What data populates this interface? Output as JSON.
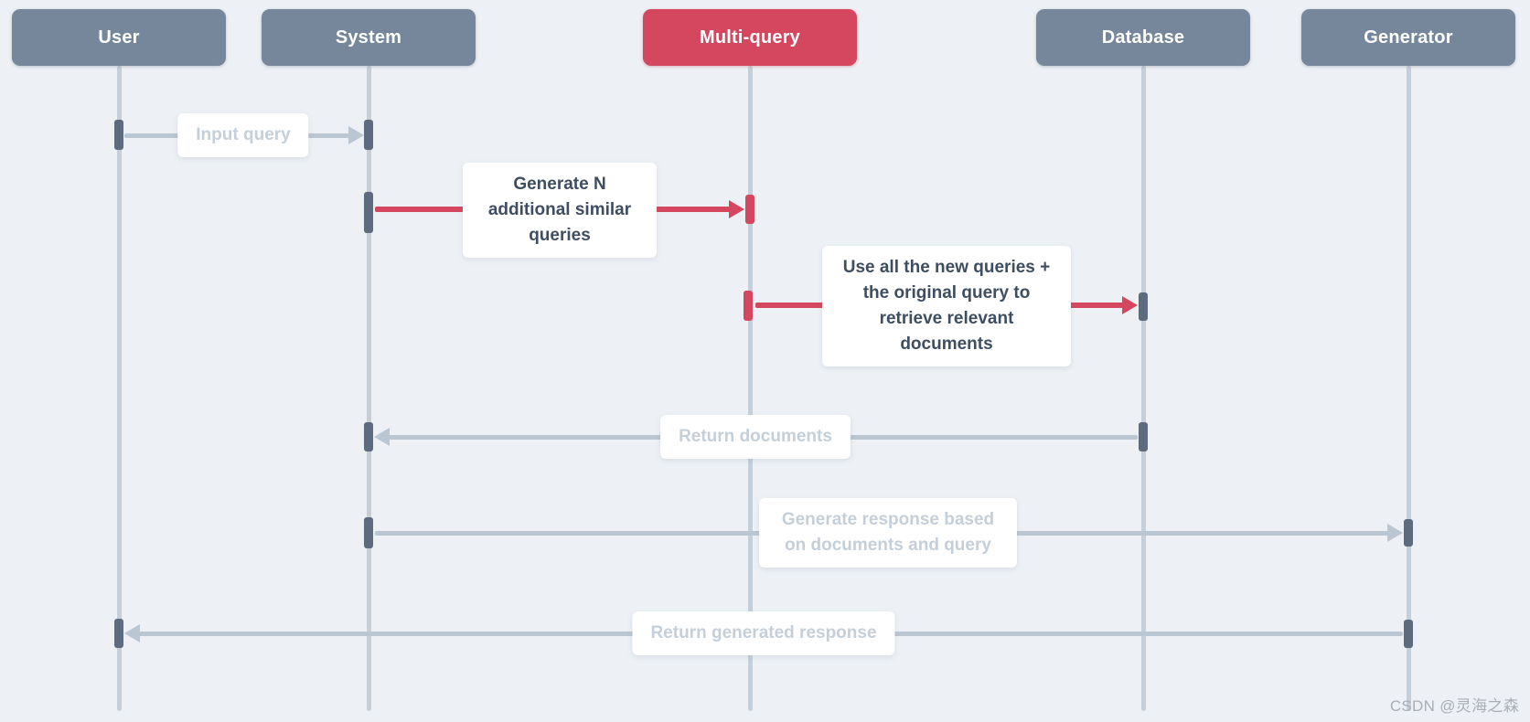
{
  "actors": [
    {
      "id": "user",
      "label": "User",
      "highlight": false
    },
    {
      "id": "system",
      "label": "System",
      "highlight": false
    },
    {
      "id": "multi-query",
      "label": "Multi-query",
      "highlight": true
    },
    {
      "id": "database",
      "label": "Database",
      "highlight": false
    },
    {
      "id": "generator",
      "label": "Generator",
      "highlight": false
    }
  ],
  "messages": [
    {
      "from": "User",
      "to": "System",
      "label": "Input query",
      "style": "muted"
    },
    {
      "from": "System",
      "to": "Multi-query",
      "label": "Generate N additional similar queries",
      "style": "accent"
    },
    {
      "from": "Multi-query",
      "to": "Database",
      "label": "Use all the new queries + the original query to retrieve relevant documents",
      "style": "accent"
    },
    {
      "from": "Database",
      "to": "System",
      "label": "Return documents",
      "style": "muted"
    },
    {
      "from": "System",
      "to": "Generator",
      "label": "Generate response based on documents and query",
      "style": "muted"
    },
    {
      "from": "Generator",
      "to": "User",
      "label": "Return generated response",
      "style": "muted"
    }
  ],
  "watermark": "CSDN @灵海之森",
  "colors": {
    "background": "#edf1f5",
    "actor_fill": "#76879b",
    "accent_fill": "#d4475e",
    "lifeline": "#c5cfda",
    "activation_bar": "#5d6b7e",
    "arrow_muted": "#bac6d2",
    "label_muted_text": "#c4cfda",
    "label_dark_text": "#3e4e61",
    "watermark_text": "#a9aeb5"
  }
}
